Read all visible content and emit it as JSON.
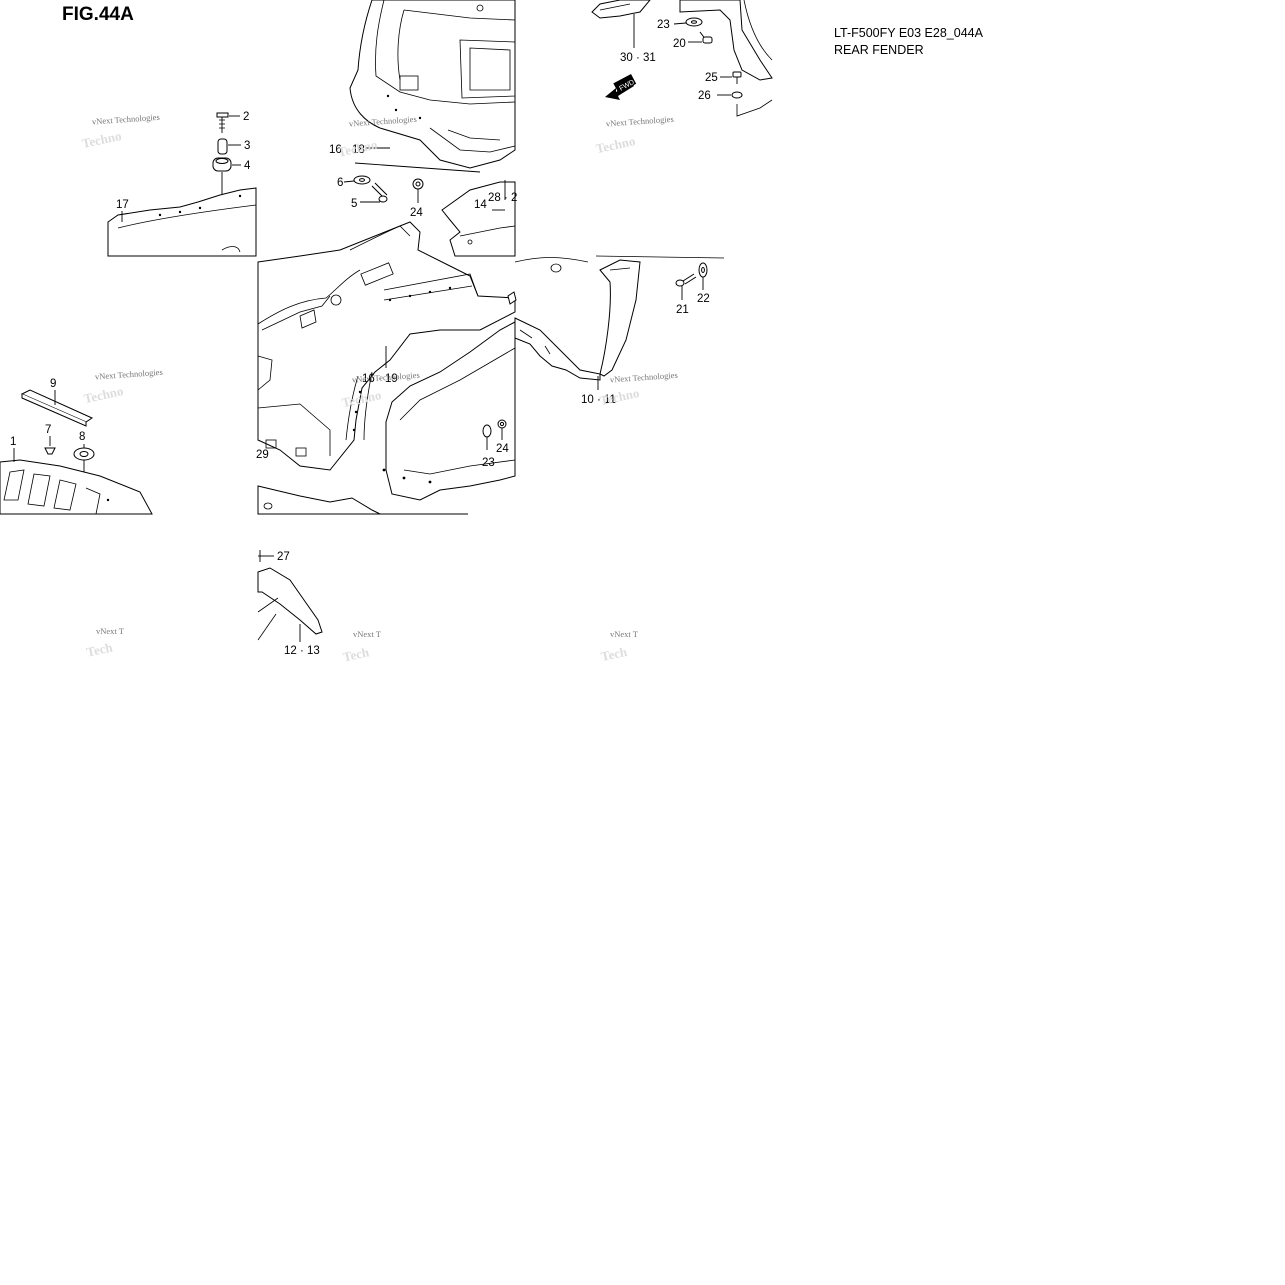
{
  "figure": {
    "title": "FIG.44A",
    "model_code": "LT-F500FY E03 E28_044A",
    "section_name": "REAR FENDER"
  },
  "watermark_text": "vNext Technologies",
  "watermark_fragment": "vNext T",
  "fwd_label": "FWD",
  "callouts": [
    {
      "id": "c2",
      "label": "2"
    },
    {
      "id": "c3",
      "label": "3"
    },
    {
      "id": "c4",
      "label": "4"
    },
    {
      "id": "c17",
      "label": "17"
    },
    {
      "id": "c16-18",
      "label": "16 · 18"
    },
    {
      "id": "c6",
      "label": "6"
    },
    {
      "id": "c5",
      "label": "5"
    },
    {
      "id": "c24a",
      "label": "24"
    },
    {
      "id": "c14",
      "label": "14"
    },
    {
      "id": "c28",
      "label": "28 · 2"
    },
    {
      "id": "c23a",
      "label": "23"
    },
    {
      "id": "c20",
      "label": "20"
    },
    {
      "id": "c30-31",
      "label": "30 · 31"
    },
    {
      "id": "c25",
      "label": "25"
    },
    {
      "id": "c26",
      "label": "26"
    },
    {
      "id": "c21",
      "label": "21"
    },
    {
      "id": "c22",
      "label": "22"
    },
    {
      "id": "c9",
      "label": "9"
    },
    {
      "id": "c16-19",
      "label": "16 · 19"
    },
    {
      "id": "c10-11",
      "label": "10 · 11"
    },
    {
      "id": "c7",
      "label": "7"
    },
    {
      "id": "c8",
      "label": "8"
    },
    {
      "id": "c1",
      "label": "1"
    },
    {
      "id": "c29",
      "label": "29"
    },
    {
      "id": "c23b",
      "label": "23"
    },
    {
      "id": "c24b",
      "label": "24"
    },
    {
      "id": "c27",
      "label": "27"
    },
    {
      "id": "c12-13",
      "label": "12 · 13"
    }
  ]
}
